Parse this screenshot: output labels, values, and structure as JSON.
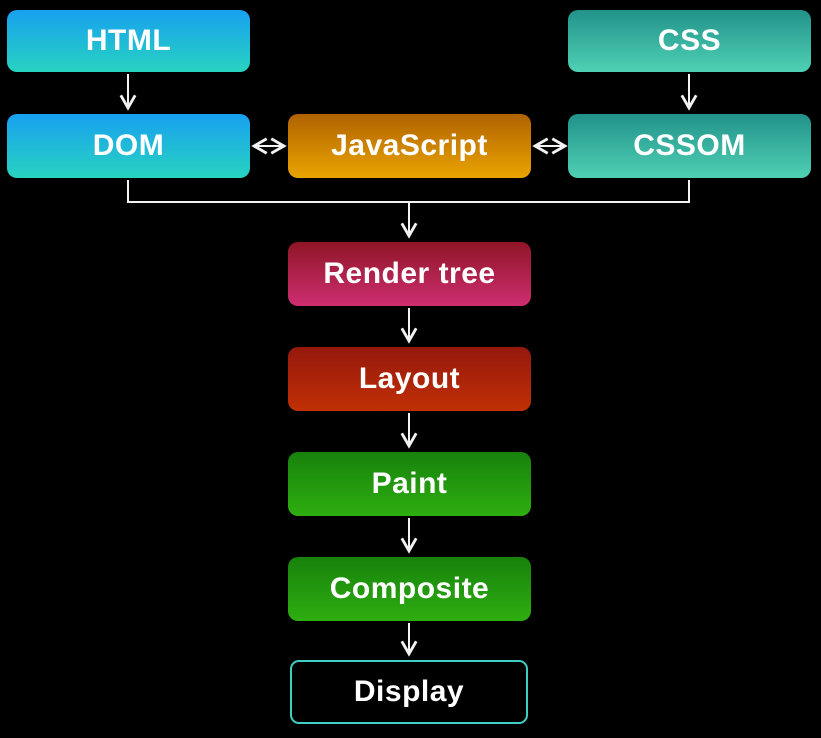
{
  "diagram": {
    "nodes": {
      "html": {
        "label": "HTML"
      },
      "css": {
        "label": "CSS"
      },
      "dom": {
        "label": "DOM"
      },
      "javascript": {
        "label": "JavaScript"
      },
      "cssom": {
        "label": "CSSOM"
      },
      "render_tree": {
        "label": "Render tree"
      },
      "layout": {
        "label": "Layout"
      },
      "paint": {
        "label": "Paint"
      },
      "composite": {
        "label": "Composite"
      },
      "display": {
        "label": "Display"
      }
    },
    "colors": {
      "background": "#000000",
      "text": "#ffffff",
      "arrow": "#f2f2f2",
      "html_dom_gradient_top": "#18a0f0",
      "html_dom_gradient_bottom": "#27d3c0",
      "css_cssom_gradient_top": "#21928a",
      "css_cssom_gradient_bottom": "#4fd0b4",
      "javascript_gradient_top": "#b06200",
      "javascript_gradient_bottom": "#eaa400",
      "render_tree_gradient_top": "#8f1526",
      "render_tree_gradient_bottom": "#ce2e70",
      "layout_gradient_top": "#95180c",
      "layout_gradient_bottom": "#c13006",
      "paint_gradient_top": "#17820c",
      "paint_gradient_bottom": "#2eae10",
      "display_border": "#3dcfc2"
    }
  }
}
